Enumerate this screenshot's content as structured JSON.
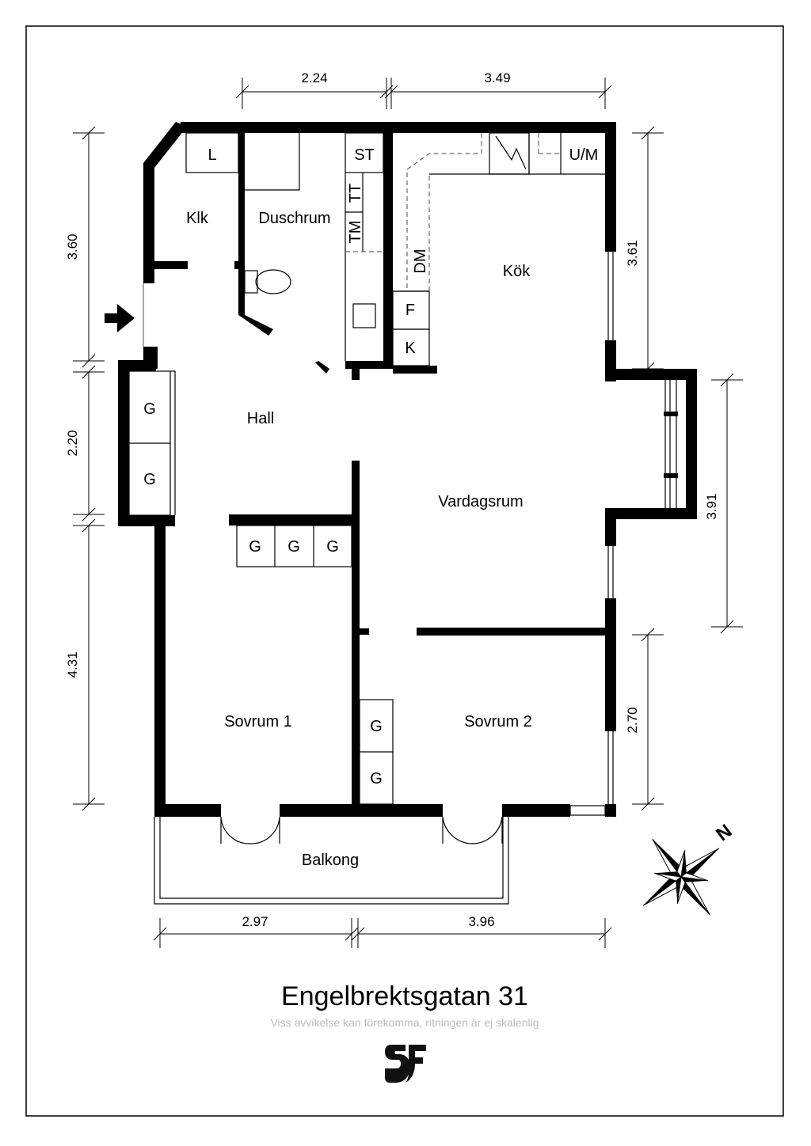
{
  "rooms": {
    "klk": "Klk",
    "duschrum": "Duschrum",
    "kok": "Kök",
    "hall": "Hall",
    "vardagsrum": "Vardagsrum",
    "sovrum1": "Sovrum 1",
    "sovrum2": "Sovrum 2",
    "balkong": "Balkong"
  },
  "fixtures": {
    "l": "L",
    "st": "ST",
    "um": "U/M",
    "tt": "TT",
    "tm": "TM",
    "dm": "DM",
    "f": "F",
    "k": "K",
    "g": "G"
  },
  "dimensions": {
    "top_left": "2.24",
    "top_right": "3.49",
    "left_upper": "3.60",
    "left_middle": "2.20",
    "left_lower": "4.31",
    "right_kitchen": "3.61",
    "right_living": "3.91",
    "right_bedroom": "2.70",
    "bottom_left": "2.97",
    "bottom_right": "3.96"
  },
  "compass": {
    "north_label": "N"
  },
  "footer": {
    "title": "Engelbrektsgatan 31",
    "subtitle": "Viss avvikelse kan förekomma, ritningen är ej skalenlig"
  },
  "colors": {
    "wall": "#000000",
    "subtitle": "#bdbdbd",
    "background": "#ffffff"
  }
}
